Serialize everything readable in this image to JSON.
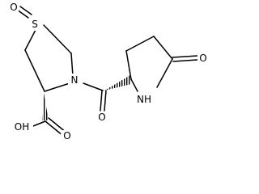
{
  "molecule": {
    "atoms": {
      "sulfur": "S",
      "sulfoxide_oxygen": "O",
      "ring_nitrogen": "N",
      "amide_oxygen": "O",
      "lactam_nh": "NH",
      "lactam_oxygen": "O",
      "acid_oh": "OH",
      "acid_oxygen": "O"
    },
    "colors": {
      "ink": "#000000",
      "background": "#ffffff"
    }
  }
}
